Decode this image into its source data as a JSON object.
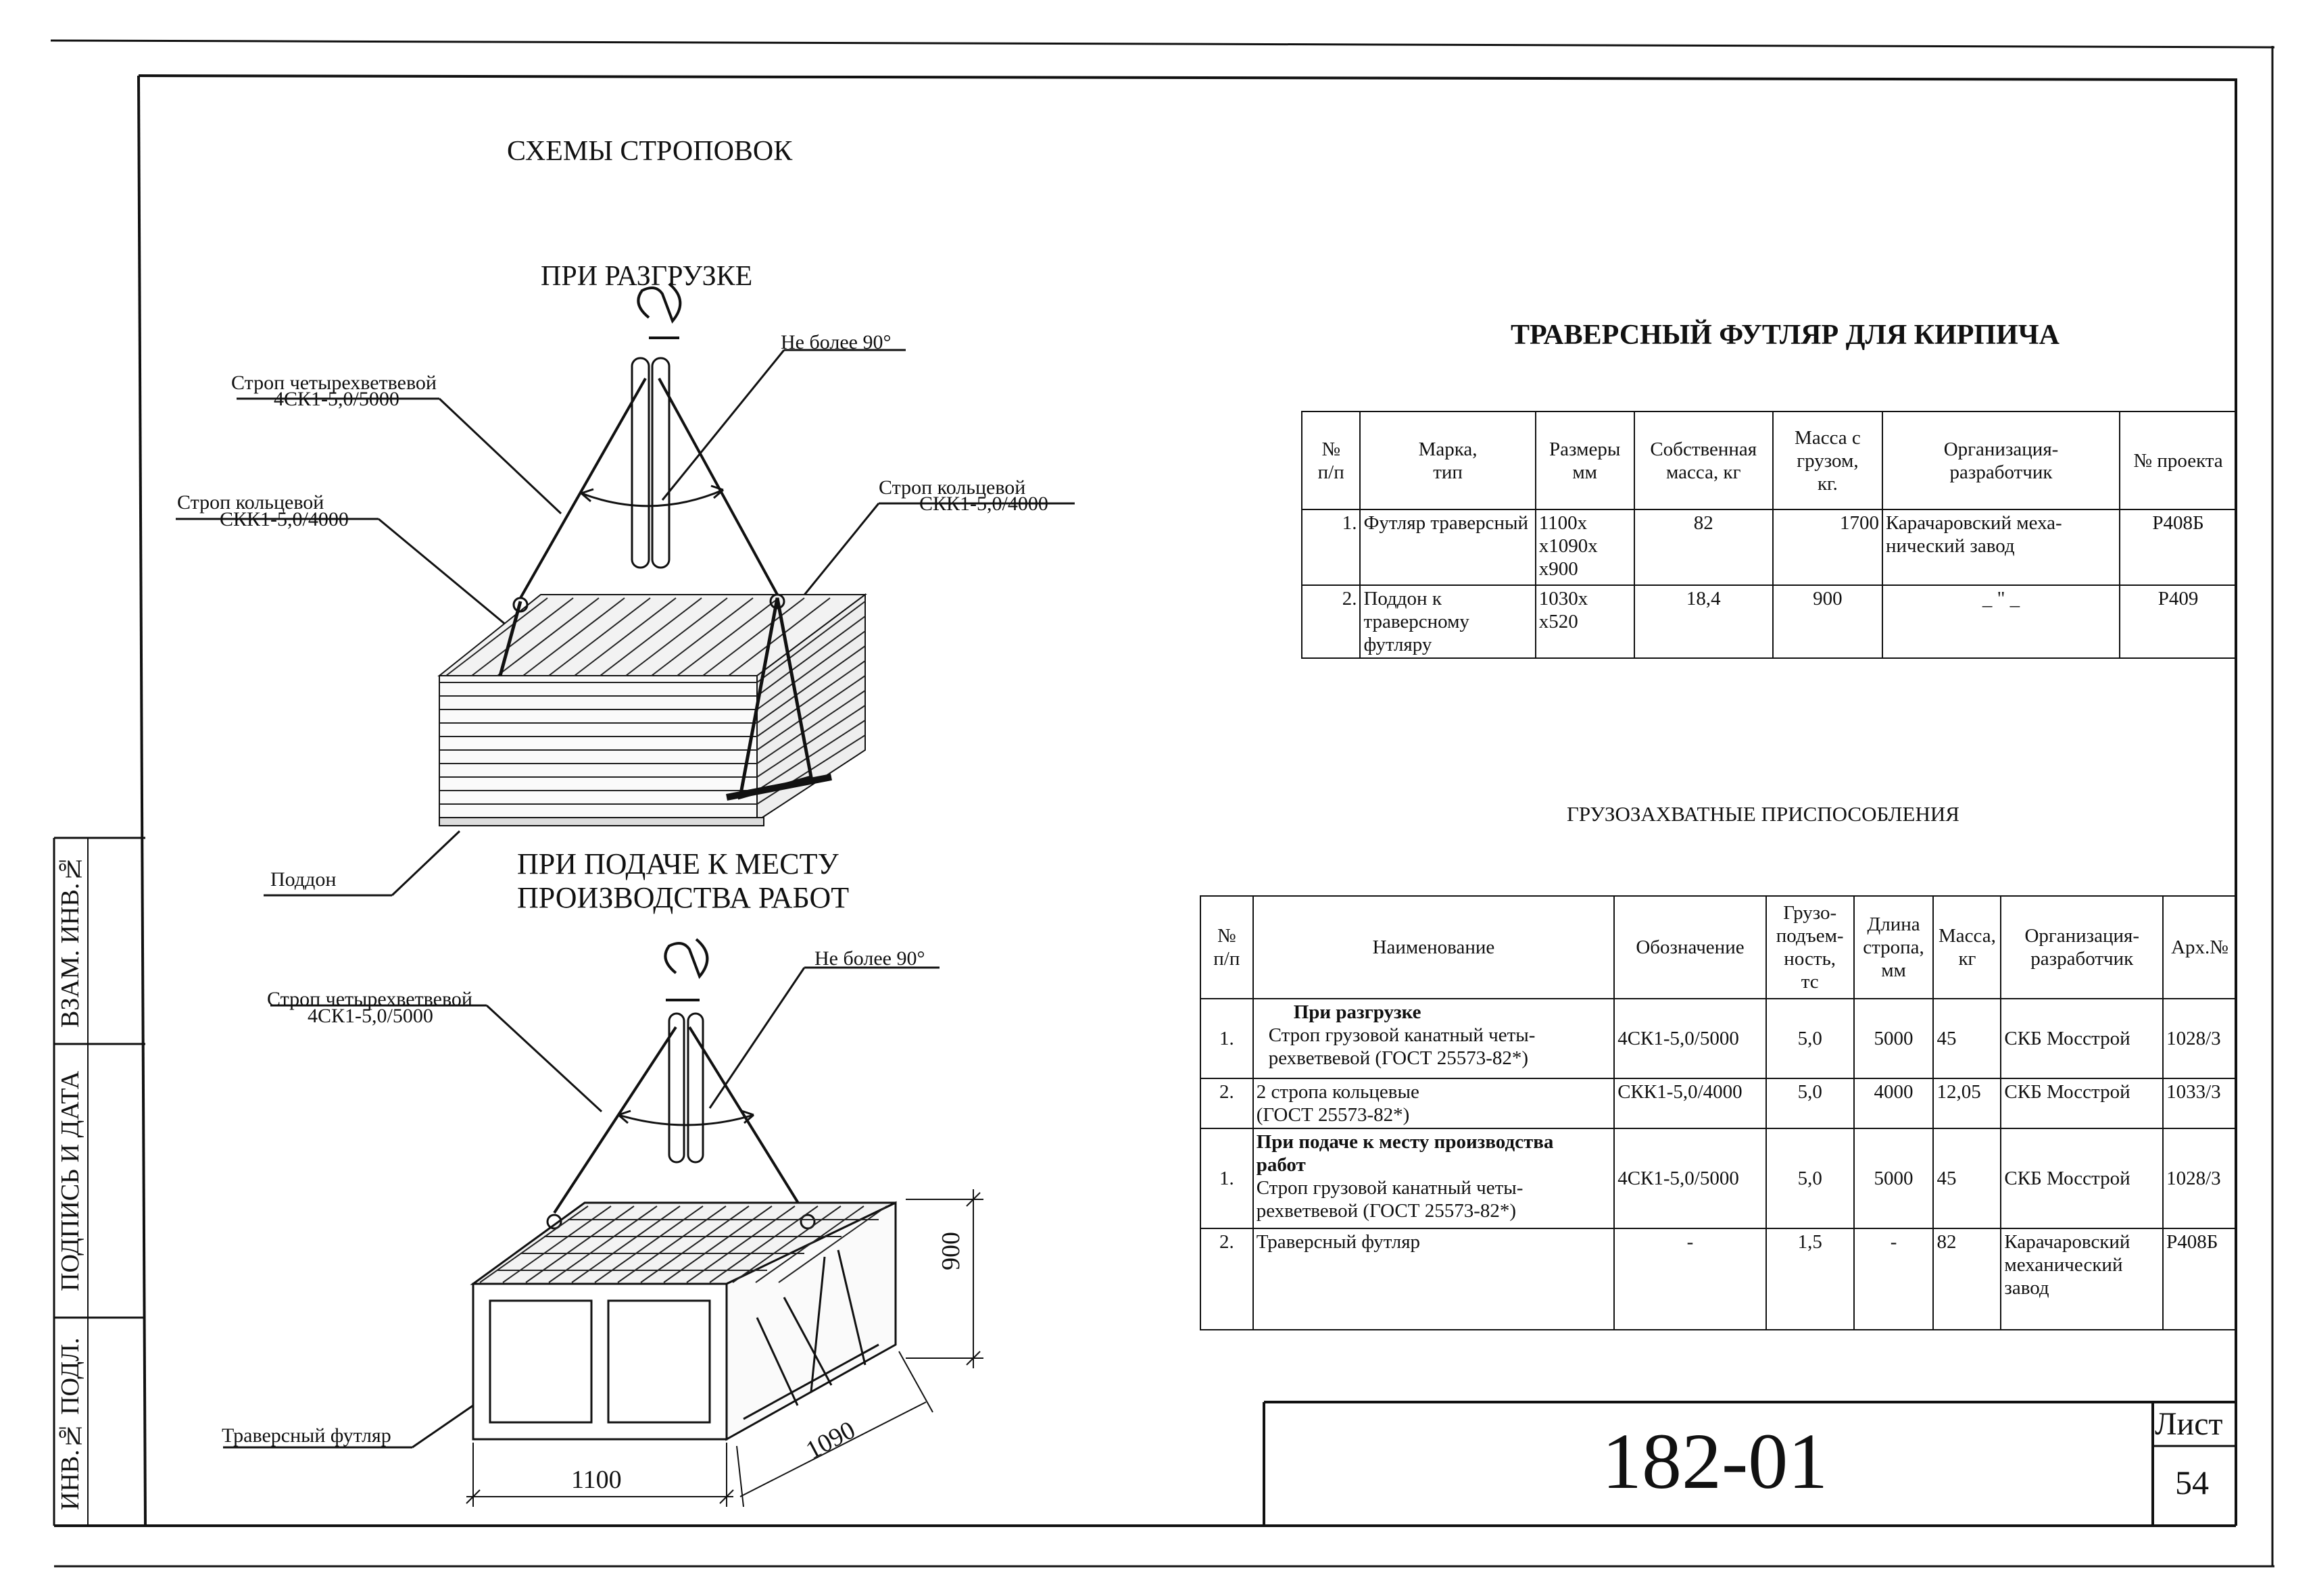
{
  "sheet": {
    "heading": "СХЕМЫ СТРОПОВОК",
    "unloading_title": "ПРИ РАЗГРУЗКЕ",
    "delivery_title_line1": "ПРИ ПОДАЧЕ К МЕСТУ",
    "delivery_title_line2": "ПРОИЗВОДСТВА РАБОТ",
    "doc_number": "182-01",
    "sheet_label": "Лист",
    "sheet_number": "54"
  },
  "side_stamp": {
    "inv_podl": "ИНВ.№ ПОДЛ.",
    "podpis_data": "ПОДПИСЬ И ДАТА",
    "vzam_inv": "ВЗАМ. ИНВ.№"
  },
  "diagram_top": {
    "sling4_line1": "Строп четырехветвевой",
    "sling4_line2": "4СК1-5,0/5000",
    "ring_left_line1": "Строп кольцевой",
    "ring_left_line2": "СКК1-5,0/4000",
    "ring_right_line1": "Строп кольцевой",
    "ring_right_line2": "СКК1-5,0/4000",
    "angle": "Не более 90°",
    "pallet": "Поддон"
  },
  "diagram_bottom": {
    "sling4_line1": "Строп четырехветвевой",
    "sling4_line2": "4СК1-5,0/5000",
    "angle": "Не более 90°",
    "case": "Траверсный футляр",
    "dim_height": "900",
    "dim_width": "1100",
    "dim_depth": "1090"
  },
  "table1": {
    "title": "ТРАВЕРСНЫЙ ФУТЛЯР ДЛЯ КИРПИЧА",
    "headers": {
      "num": [
        "№",
        "п/п"
      ],
      "mark": [
        "Марка,",
        "тип"
      ],
      "size": [
        "Размеры",
        "мм"
      ],
      "own_mass": [
        "Собственная",
        "масса, кг"
      ],
      "load_mass": [
        "Масса с",
        "грузом,",
        "кг."
      ],
      "org": [
        "Организация-",
        "разработчик"
      ],
      "project": "№ проекта"
    },
    "rows": [
      {
        "num": "1.",
        "mark": [
          "Футляр траверсный"
        ],
        "size": [
          "1100х",
          "х1090х",
          "х900"
        ],
        "own_mass": "82",
        "load_mass": "1700",
        "org": [
          "Карачаровский меха-",
          "нический завод"
        ],
        "project": "Р408Б"
      },
      {
        "num": "2.",
        "mark": [
          "Поддон к траверсному",
          "футляру"
        ],
        "size": [
          "1030х",
          "х520"
        ],
        "own_mass": "18,4",
        "load_mass": "900",
        "org": [
          "_ \" _"
        ],
        "project": "Р409"
      }
    ]
  },
  "table2": {
    "title": "ГРУЗОЗАХВАТНЫЕ ПРИСПОСОБЛЕНИЯ",
    "headers": {
      "num": [
        "№",
        "п/п"
      ],
      "name": "Наименование",
      "designation": "Обозначение",
      "capacity": [
        "Грузо-",
        "подъем-",
        "ность,",
        "тс"
      ],
      "length": [
        "Длина",
        "стропа,",
        "мм"
      ],
      "mass": [
        "Масса,",
        "кг"
      ],
      "org": [
        "Организация-",
        "разработчик"
      ],
      "arch": "Арх.№"
    },
    "rows": [
      {
        "num": "1.",
        "section": "При разгрузке",
        "name": [
          "Строп грузовой канатный четы-",
          "рехветвевой (ГОСТ 25573-82*)"
        ],
        "designation": "4СК1-5,0/5000",
        "capacity": "5,0",
        "length": "5000",
        "mass": "45",
        "org": [
          "СКБ Мосстрой"
        ],
        "arch": "1028/3"
      },
      {
        "num": "2.",
        "section": "",
        "name": [
          "2 стропа кольцевые",
          "(ГОСТ 25573-82*)"
        ],
        "designation": "СКК1-5,0/4000",
        "capacity": "5,0",
        "length": "4000",
        "mass": "12,05",
        "org": [
          "СКБ Мосстрой"
        ],
        "arch": "1033/3"
      },
      {
        "num": "1.",
        "section": "При подаче к месту производства работ",
        "name": [
          "Строп грузовой канатный четы-",
          "рехветвевой (ГОСТ 25573-82*)"
        ],
        "designation": "4СК1-5,0/5000",
        "capacity": "5,0",
        "length": "5000",
        "mass": "45",
        "org": [
          "СКБ Мосстрой"
        ],
        "arch": "1028/3"
      },
      {
        "num": "2.",
        "section": "",
        "name": [
          "Траверсный футляр"
        ],
        "designation": "-",
        "capacity": "1,5",
        "length": "-",
        "mass": "82",
        "org": [
          "Карачаровский",
          "механический",
          "завод"
        ],
        "arch": "Р408Б"
      }
    ]
  }
}
